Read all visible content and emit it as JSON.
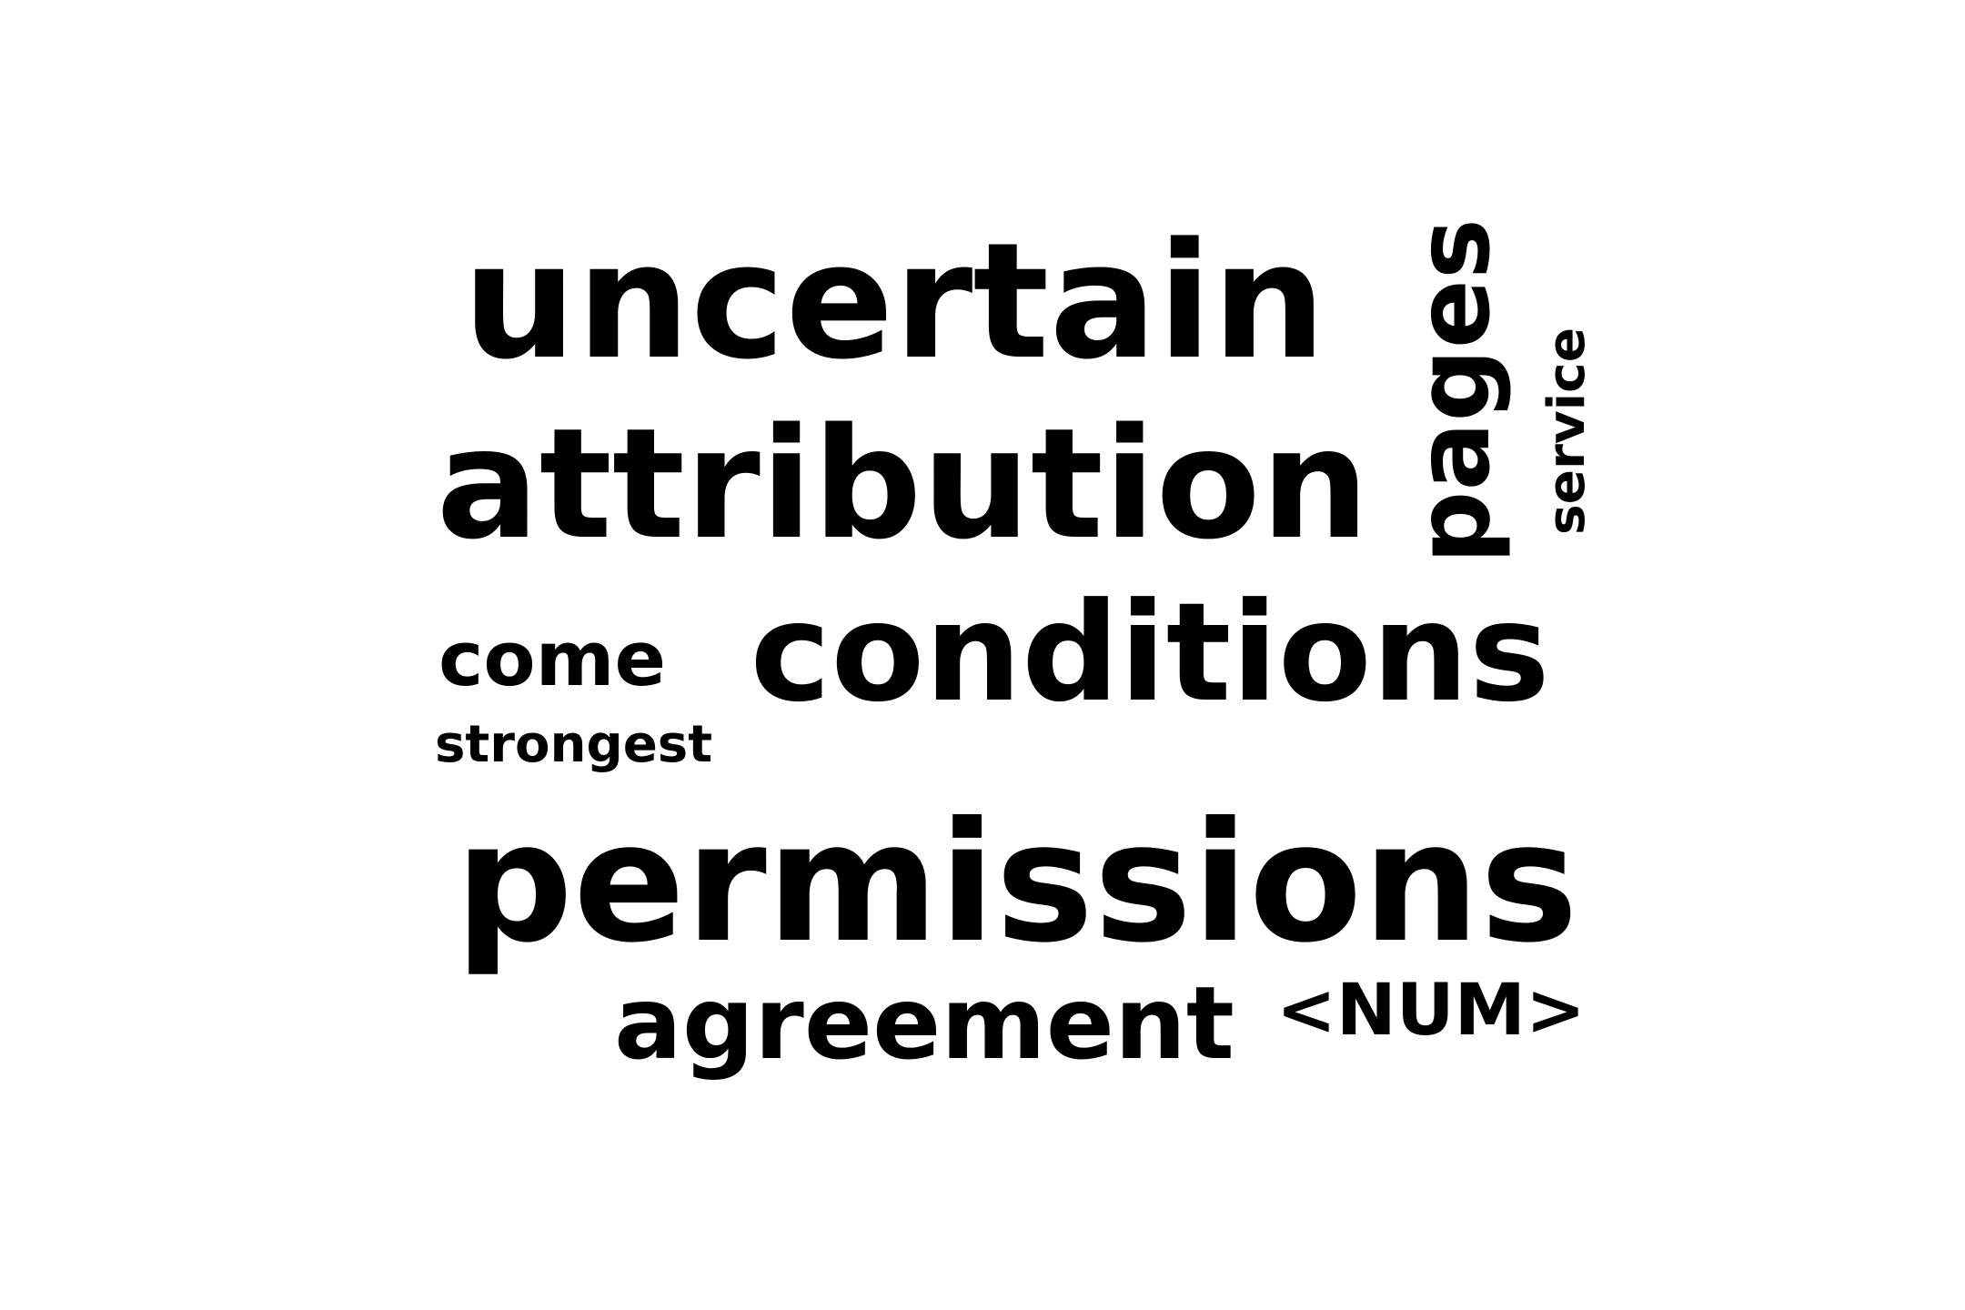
{
  "words": [
    {
      "text": "uncertain",
      "size": 7
    },
    {
      "text": "attribution",
      "size": 7
    },
    {
      "text": "pages",
      "size": 4
    },
    {
      "text": "service",
      "size": 2
    },
    {
      "text": "come",
      "size": 2
    },
    {
      "text": "conditions",
      "size": 6
    },
    {
      "text": "strongest",
      "size": 2
    },
    {
      "text": "permissions",
      "size": 8
    },
    {
      "text": "agreement",
      "size": 5
    },
    {
      "text": "<NUM>",
      "size": 3
    }
  ],
  "colors": {
    "text": "#000000",
    "background": "#ffffff"
  }
}
